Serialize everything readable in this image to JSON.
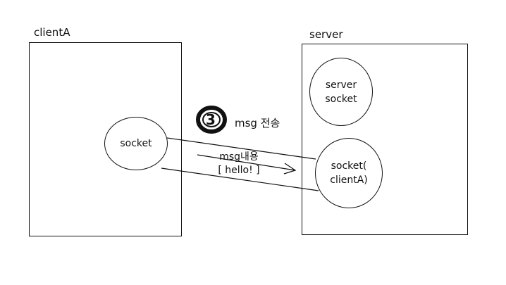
{
  "client": {
    "title": "clientA",
    "socket_label": "socket"
  },
  "server": {
    "title": "server",
    "server_socket_line1": "server",
    "server_socket_line2": "socket",
    "client_socket_line1": "socket(",
    "client_socket_line2": "clientA)"
  },
  "annotation": {
    "step_number": "3",
    "step_label": "msg 전송"
  },
  "message": {
    "title": "msg내용",
    "content": "[ hello! ]"
  }
}
